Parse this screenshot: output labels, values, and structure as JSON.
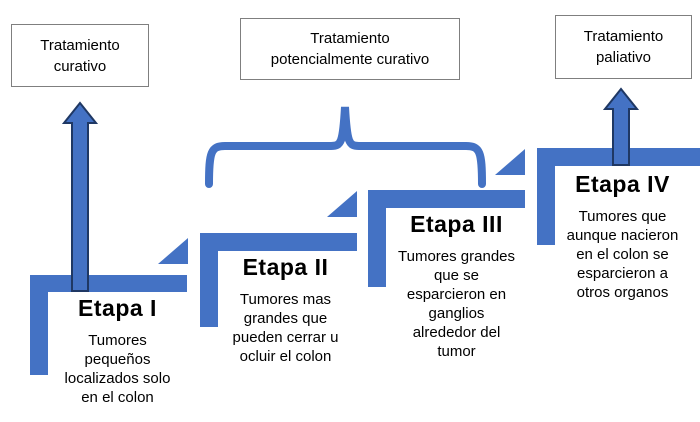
{
  "colors": {
    "shape_blue": "#4472C4",
    "arrow_fill": "#4472C4",
    "arrow_outline": "#1F3864",
    "box_border": "#7F7F7F",
    "text": "#000000"
  },
  "treatment_boxes": {
    "curativo": {
      "label": "Tratamiento\ncurativo"
    },
    "potencialmente_curativo": {
      "label": "Tratamiento\npotencialmente curativo"
    },
    "paliativo": {
      "label": "Tratamiento\npaliativo"
    }
  },
  "stages": [
    {
      "title": "Etapa I",
      "description": "Tumores\npequeños\nlocalizados solo\nen el colon"
    },
    {
      "title": "Etapa II",
      "description": "Tumores mas\ngrandes que\npueden cerrar u\nocluir el colon"
    },
    {
      "title": "Etapa III",
      "description": "Tumores grandes\nque se\nesparcieron en\nganglios\nalrededor del\ntumor"
    },
    {
      "title": "Etapa IV",
      "description": "Tumores que\naunque nacieron\nen el colon se\nesparcieron a\notros organos"
    }
  ]
}
